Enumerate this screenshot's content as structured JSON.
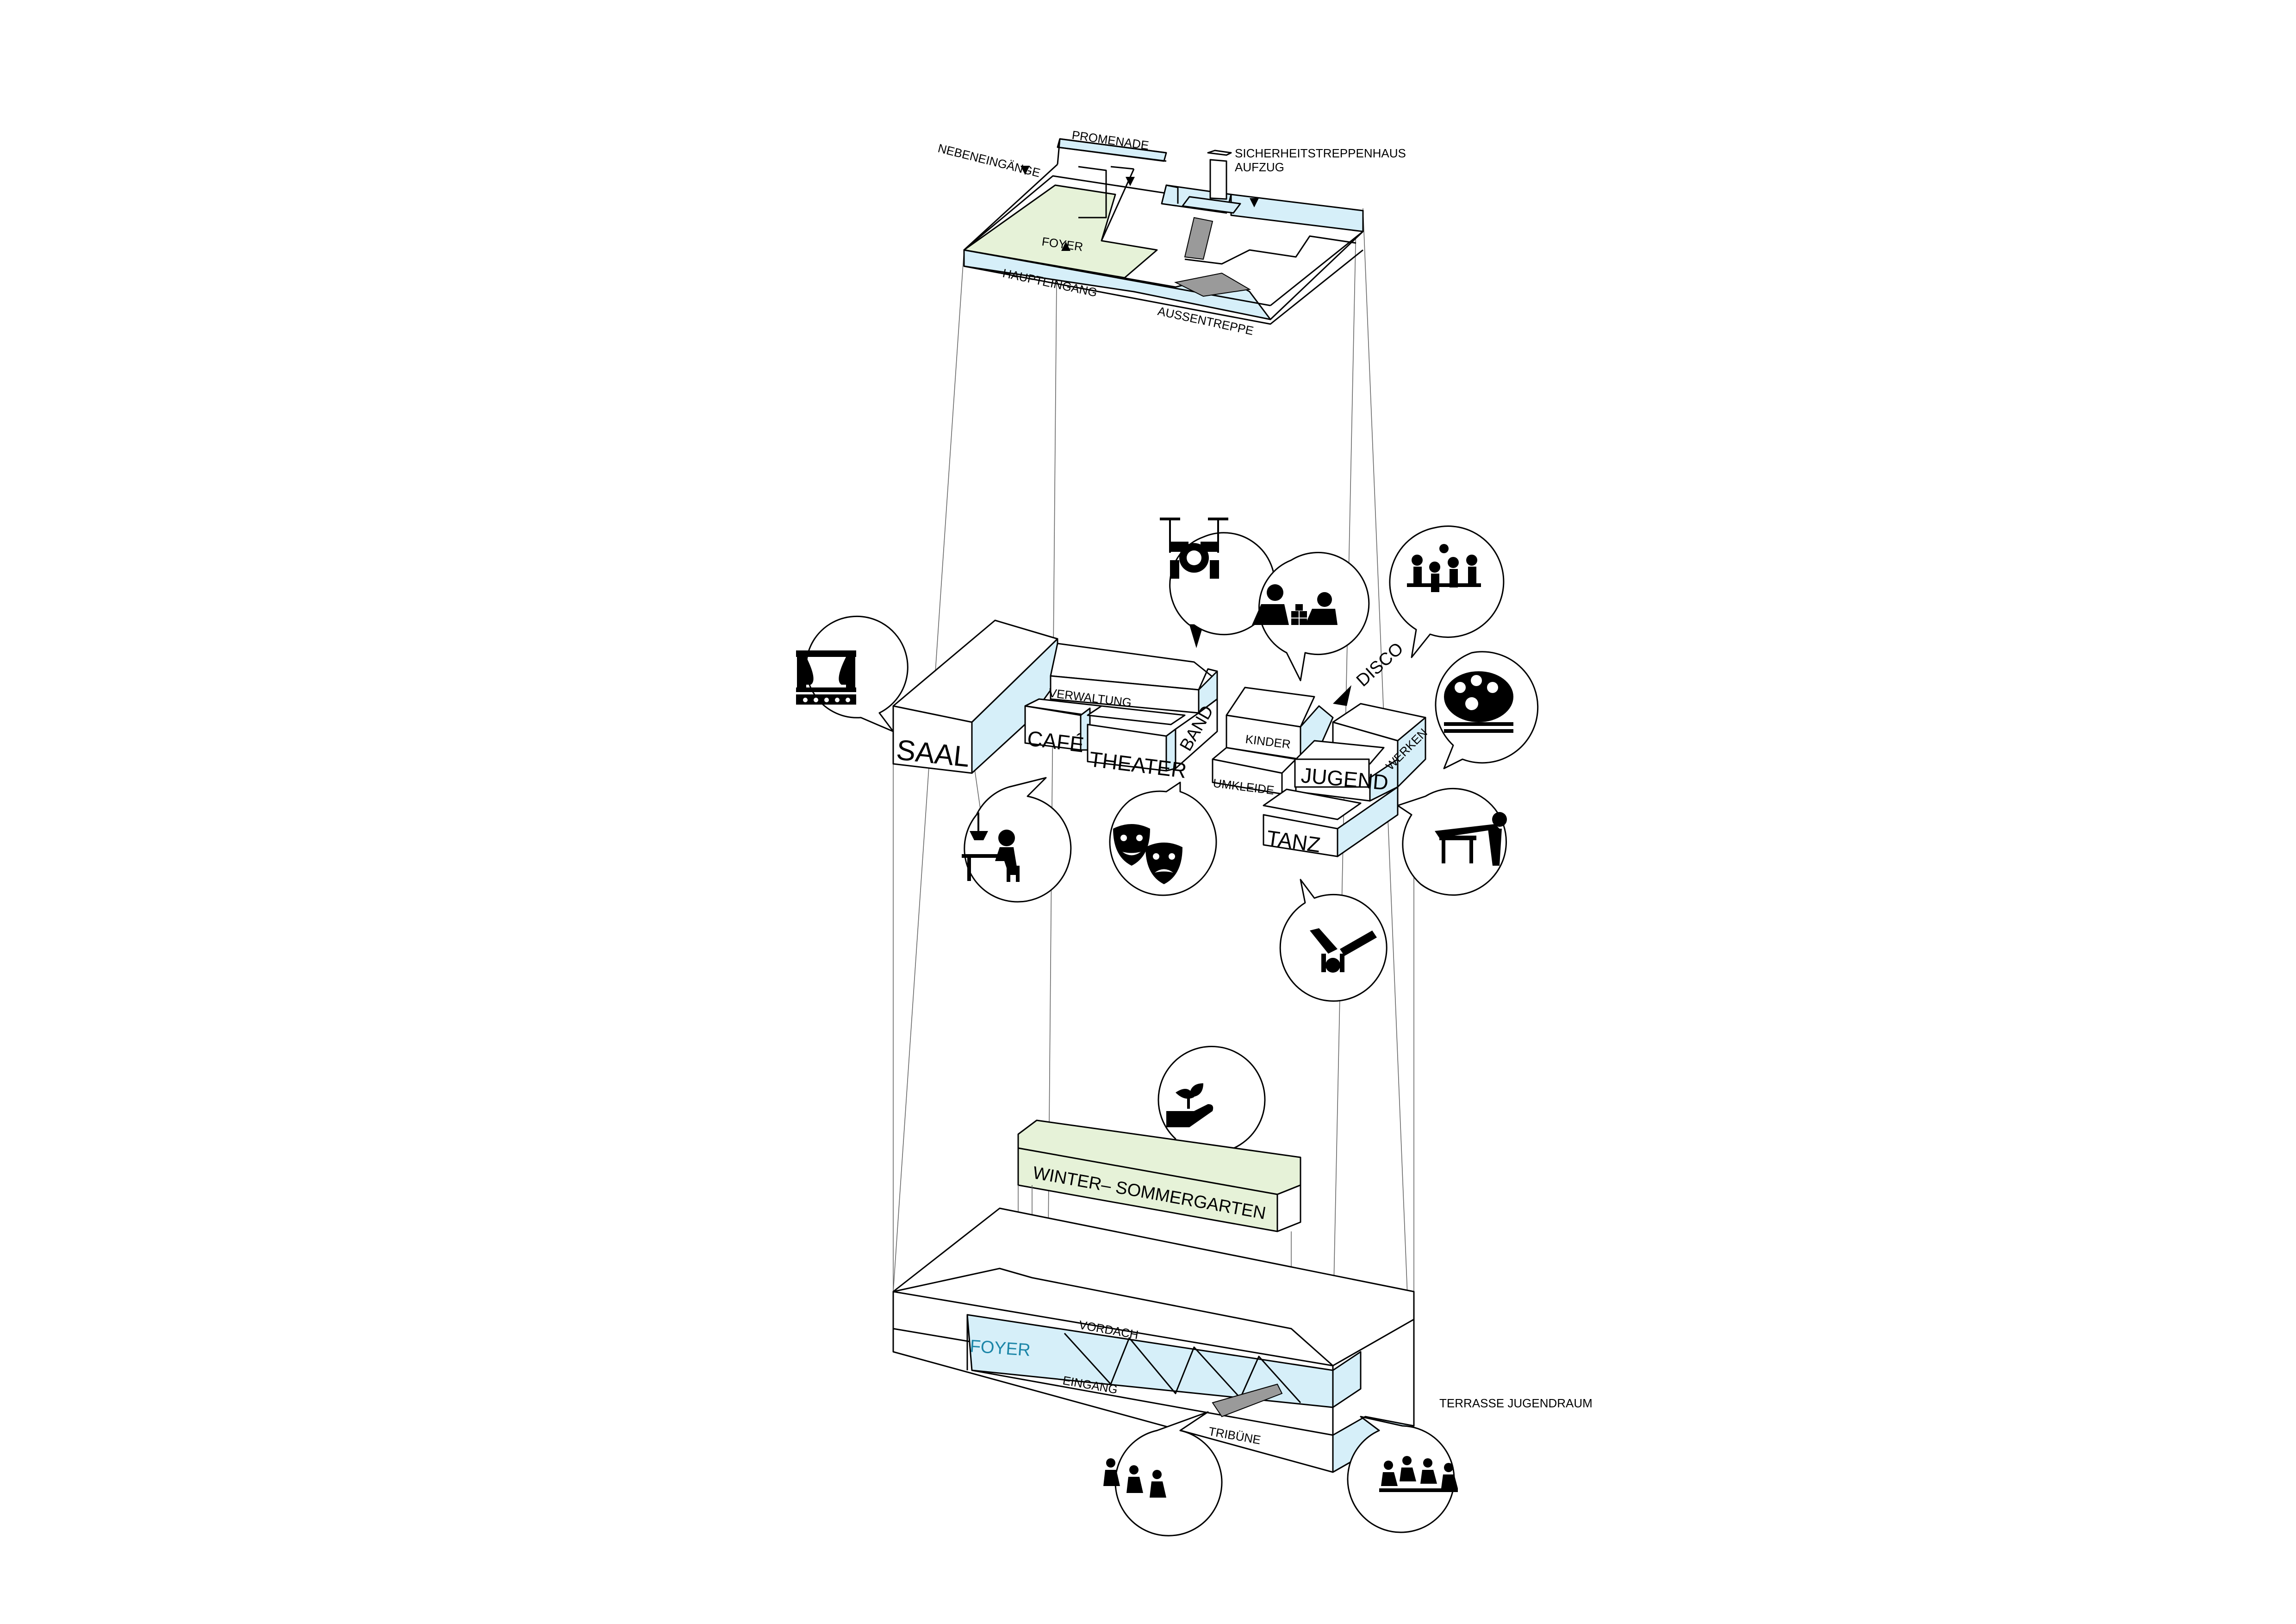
{
  "colors": {
    "circulation_blue": "#d6eff9",
    "garden_green": "#e6f2d8",
    "label_blue": "#1c86a8",
    "line": "#000000"
  },
  "plan": {
    "nebeneingaenge": "NEBENEINGÄNGE",
    "promenade": "PROMENADE",
    "sicherheit": "SICHERHEITSTREPPENHAUS",
    "aufzug": "AUFZUG",
    "foyer": "FOYER",
    "haupteingang": "HAUPTEINGANG",
    "aussentreppe": "AUSSENTREPPE"
  },
  "upper": {
    "saal": "SAAL",
    "verwaltung": "VERWALTUNG",
    "cafe": "CAFÉ",
    "theater": "THEATER",
    "band": "BAND",
    "kinder": "KINDER",
    "disco": "DISCO",
    "umkleide": "UMKLEIDE",
    "jugend": "JUGEND",
    "werken": "WERKEN",
    "tanz": "TANZ"
  },
  "lower": {
    "garten": "WINTER– SOMMERGARTEN",
    "vordach": "VORDACH",
    "foyer": "FOYER",
    "eingang": "EINGANG",
    "tribuene": "TRIBÜNE",
    "terrasse": "TERRASSE JUGENDRAUM"
  },
  "icons": [
    "stage-curtain-icon",
    "drum-kit-icon",
    "children-playing-icon",
    "disco-dancers-icon",
    "paint-palette-icon",
    "cafe-person-icon",
    "theater-masks-icon",
    "woodworking-icon",
    "breakdance-icon",
    "plant-in-hand-icon",
    "audience-seats-icon",
    "terrace-group-icon"
  ]
}
